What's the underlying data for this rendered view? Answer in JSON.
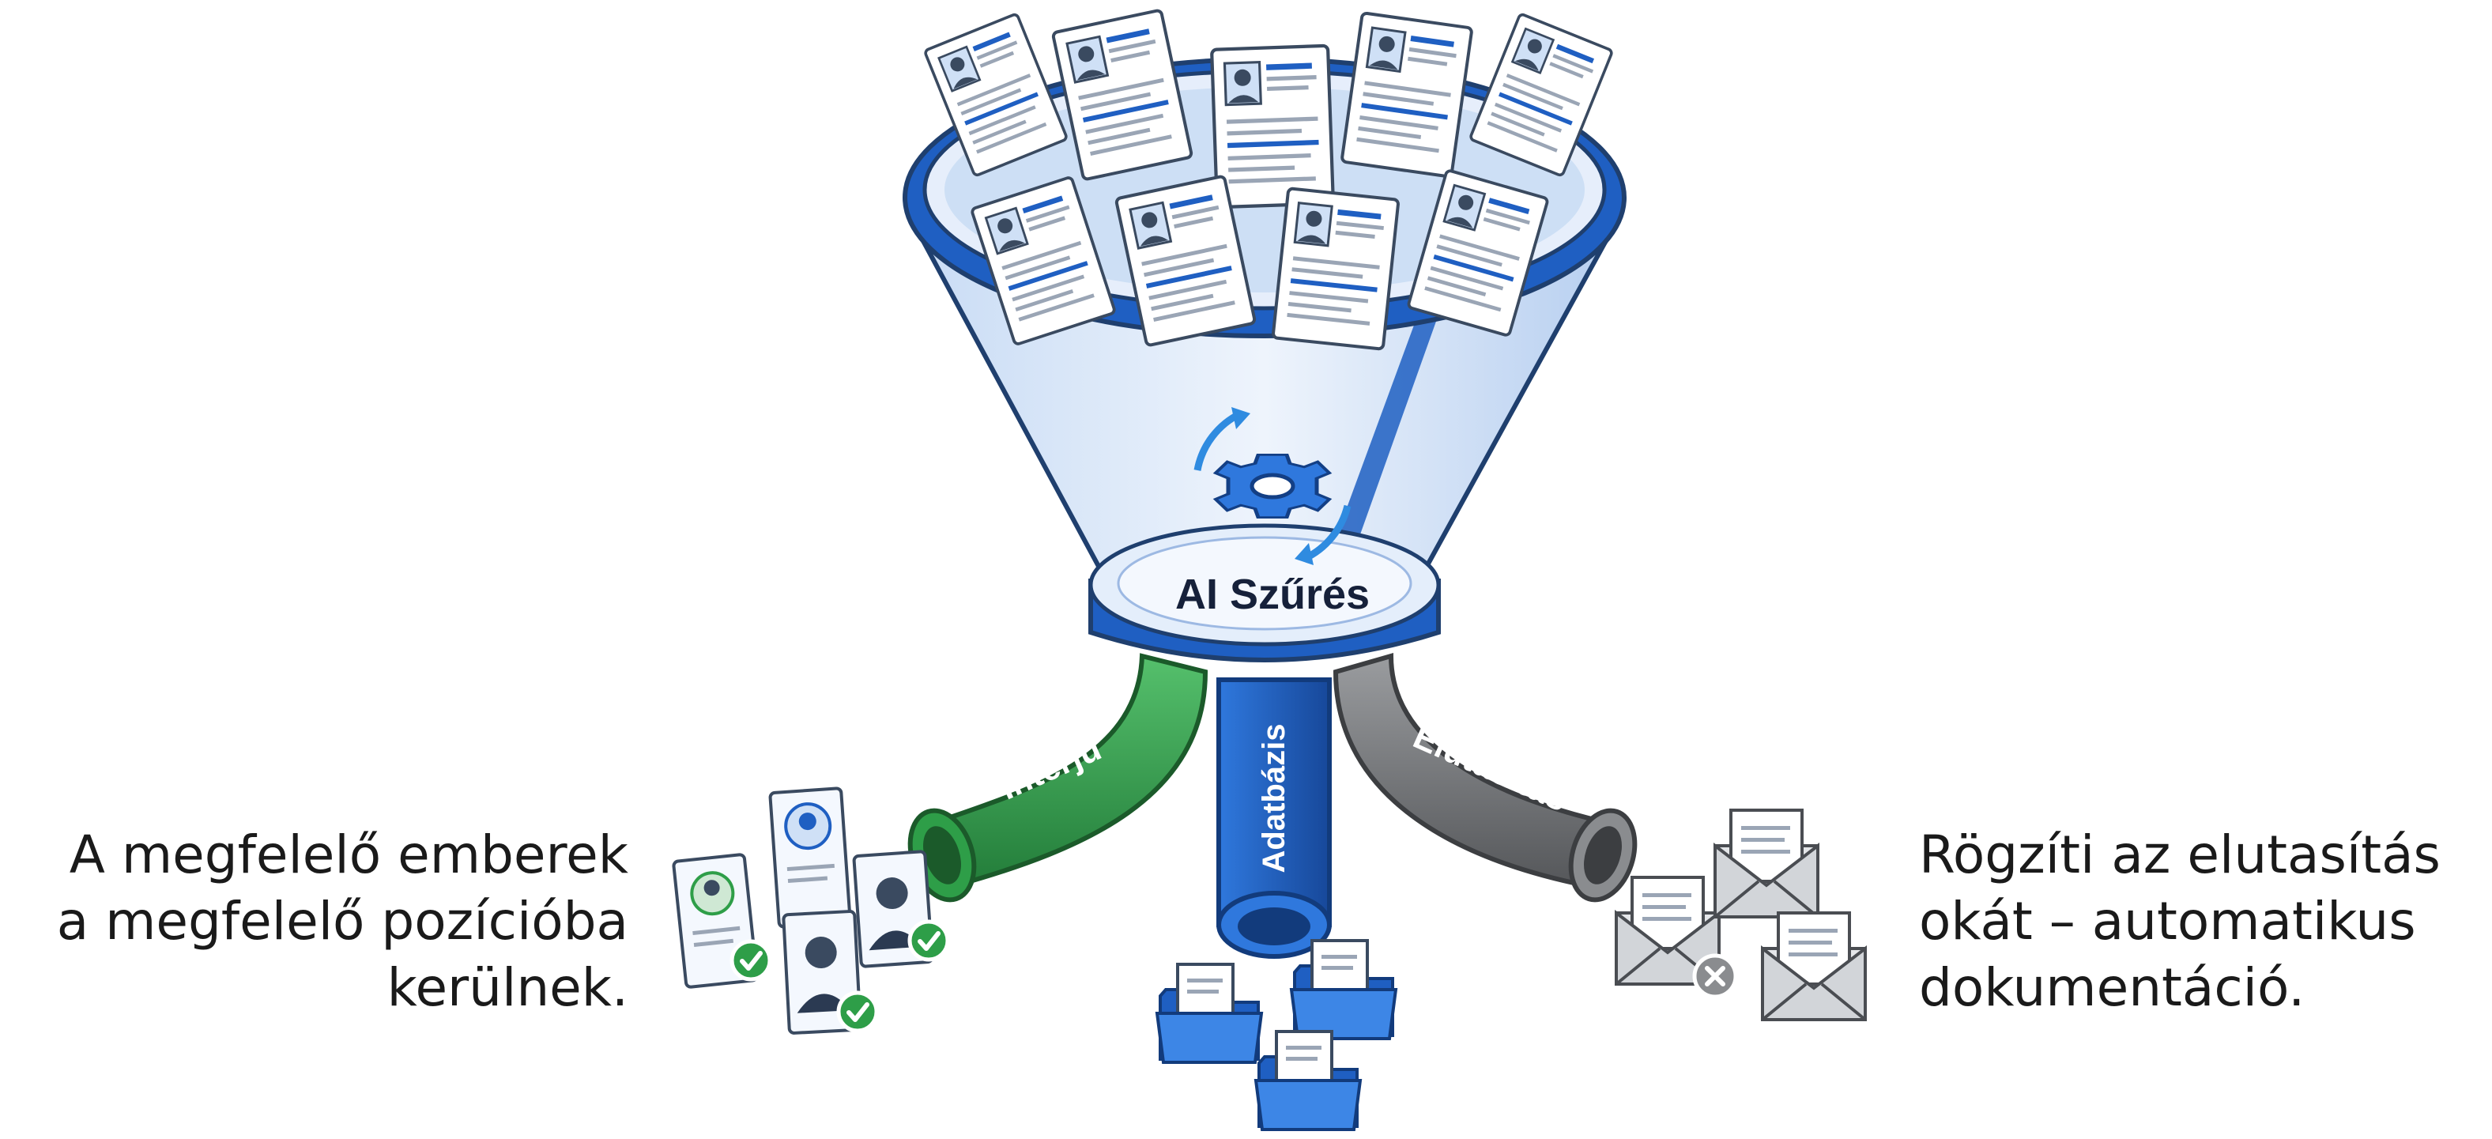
{
  "funnel": {
    "center_label": "AI Szűrés",
    "icon": "gear-icon"
  },
  "pipes": [
    {
      "id": "interview",
      "label": "Interjú",
      "color": "#2e9e48"
    },
    {
      "id": "database",
      "label": "Adatbázis",
      "color": "#1f5fc2"
    },
    {
      "id": "rejection",
      "label": "Elutasítás",
      "color": "#6d6f72"
    }
  ],
  "captions": {
    "left": [
      "A megfelelő emberek",
      "a megfelelő pozícióba",
      "kerülnek."
    ],
    "right": [
      "Rögzíti az elutasítás",
      "okát – automatikus",
      "dokumentáció."
    ]
  },
  "colors": {
    "accent_blue": "#1f5fc2",
    "funnel_glass": "#dbe8f8",
    "green": "#2e9e48",
    "gray": "#6d6f72"
  }
}
